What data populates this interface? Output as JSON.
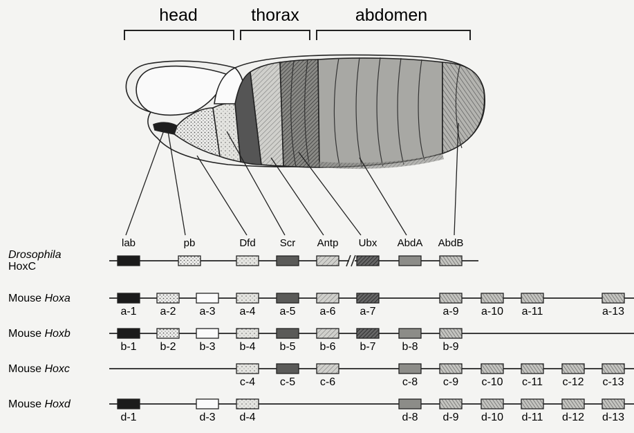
{
  "regions": [
    "head",
    "thorax",
    "abdomen"
  ],
  "drosophila": {
    "label_line1": "Drosophila",
    "label_line2": "HoxC",
    "genes": [
      "lab",
      "pb",
      "Dfd",
      "Scr",
      "Antp",
      "Ubx",
      "AbdA",
      "AbdB"
    ]
  },
  "clusters": [
    {
      "prefix": "Mouse ",
      "name": "Hoxa",
      "genes": [
        "a-1",
        "a-2",
        "a-3",
        "a-4",
        "a-5",
        "a-6",
        "a-7",
        "a-9",
        "a-10",
        "a-11",
        "a-13"
      ]
    },
    {
      "prefix": "Mouse ",
      "name": "Hoxb",
      "genes": [
        "b-1",
        "b-2",
        "b-3",
        "b-4",
        "b-5",
        "b-6",
        "b-7",
        "b-8",
        "b-9"
      ]
    },
    {
      "prefix": "Mouse ",
      "name": "Hoxc",
      "genes": [
        "c-4",
        "c-5",
        "c-6",
        "c-8",
        "c-9",
        "c-10",
        "c-11",
        "c-12",
        "c-13"
      ]
    },
    {
      "prefix": "Mouse ",
      "name": "Hoxd",
      "genes": [
        "d-1",
        "d-3",
        "d-4",
        "d-8",
        "d-9",
        "d-10",
        "d-11",
        "d-12",
        "d-13"
      ]
    }
  ],
  "gene_styles": {
    "1": "black",
    "2": "dotted",
    "3": "white",
    "4": "dotted-light",
    "5": "dark-grey",
    "6": "light-hatch",
    "7": "dark-hatch",
    "8": "mid-grey",
    "9": "hatch",
    "10": "hatch",
    "11": "hatch",
    "12": "hatch",
    "13": "hatch"
  }
}
